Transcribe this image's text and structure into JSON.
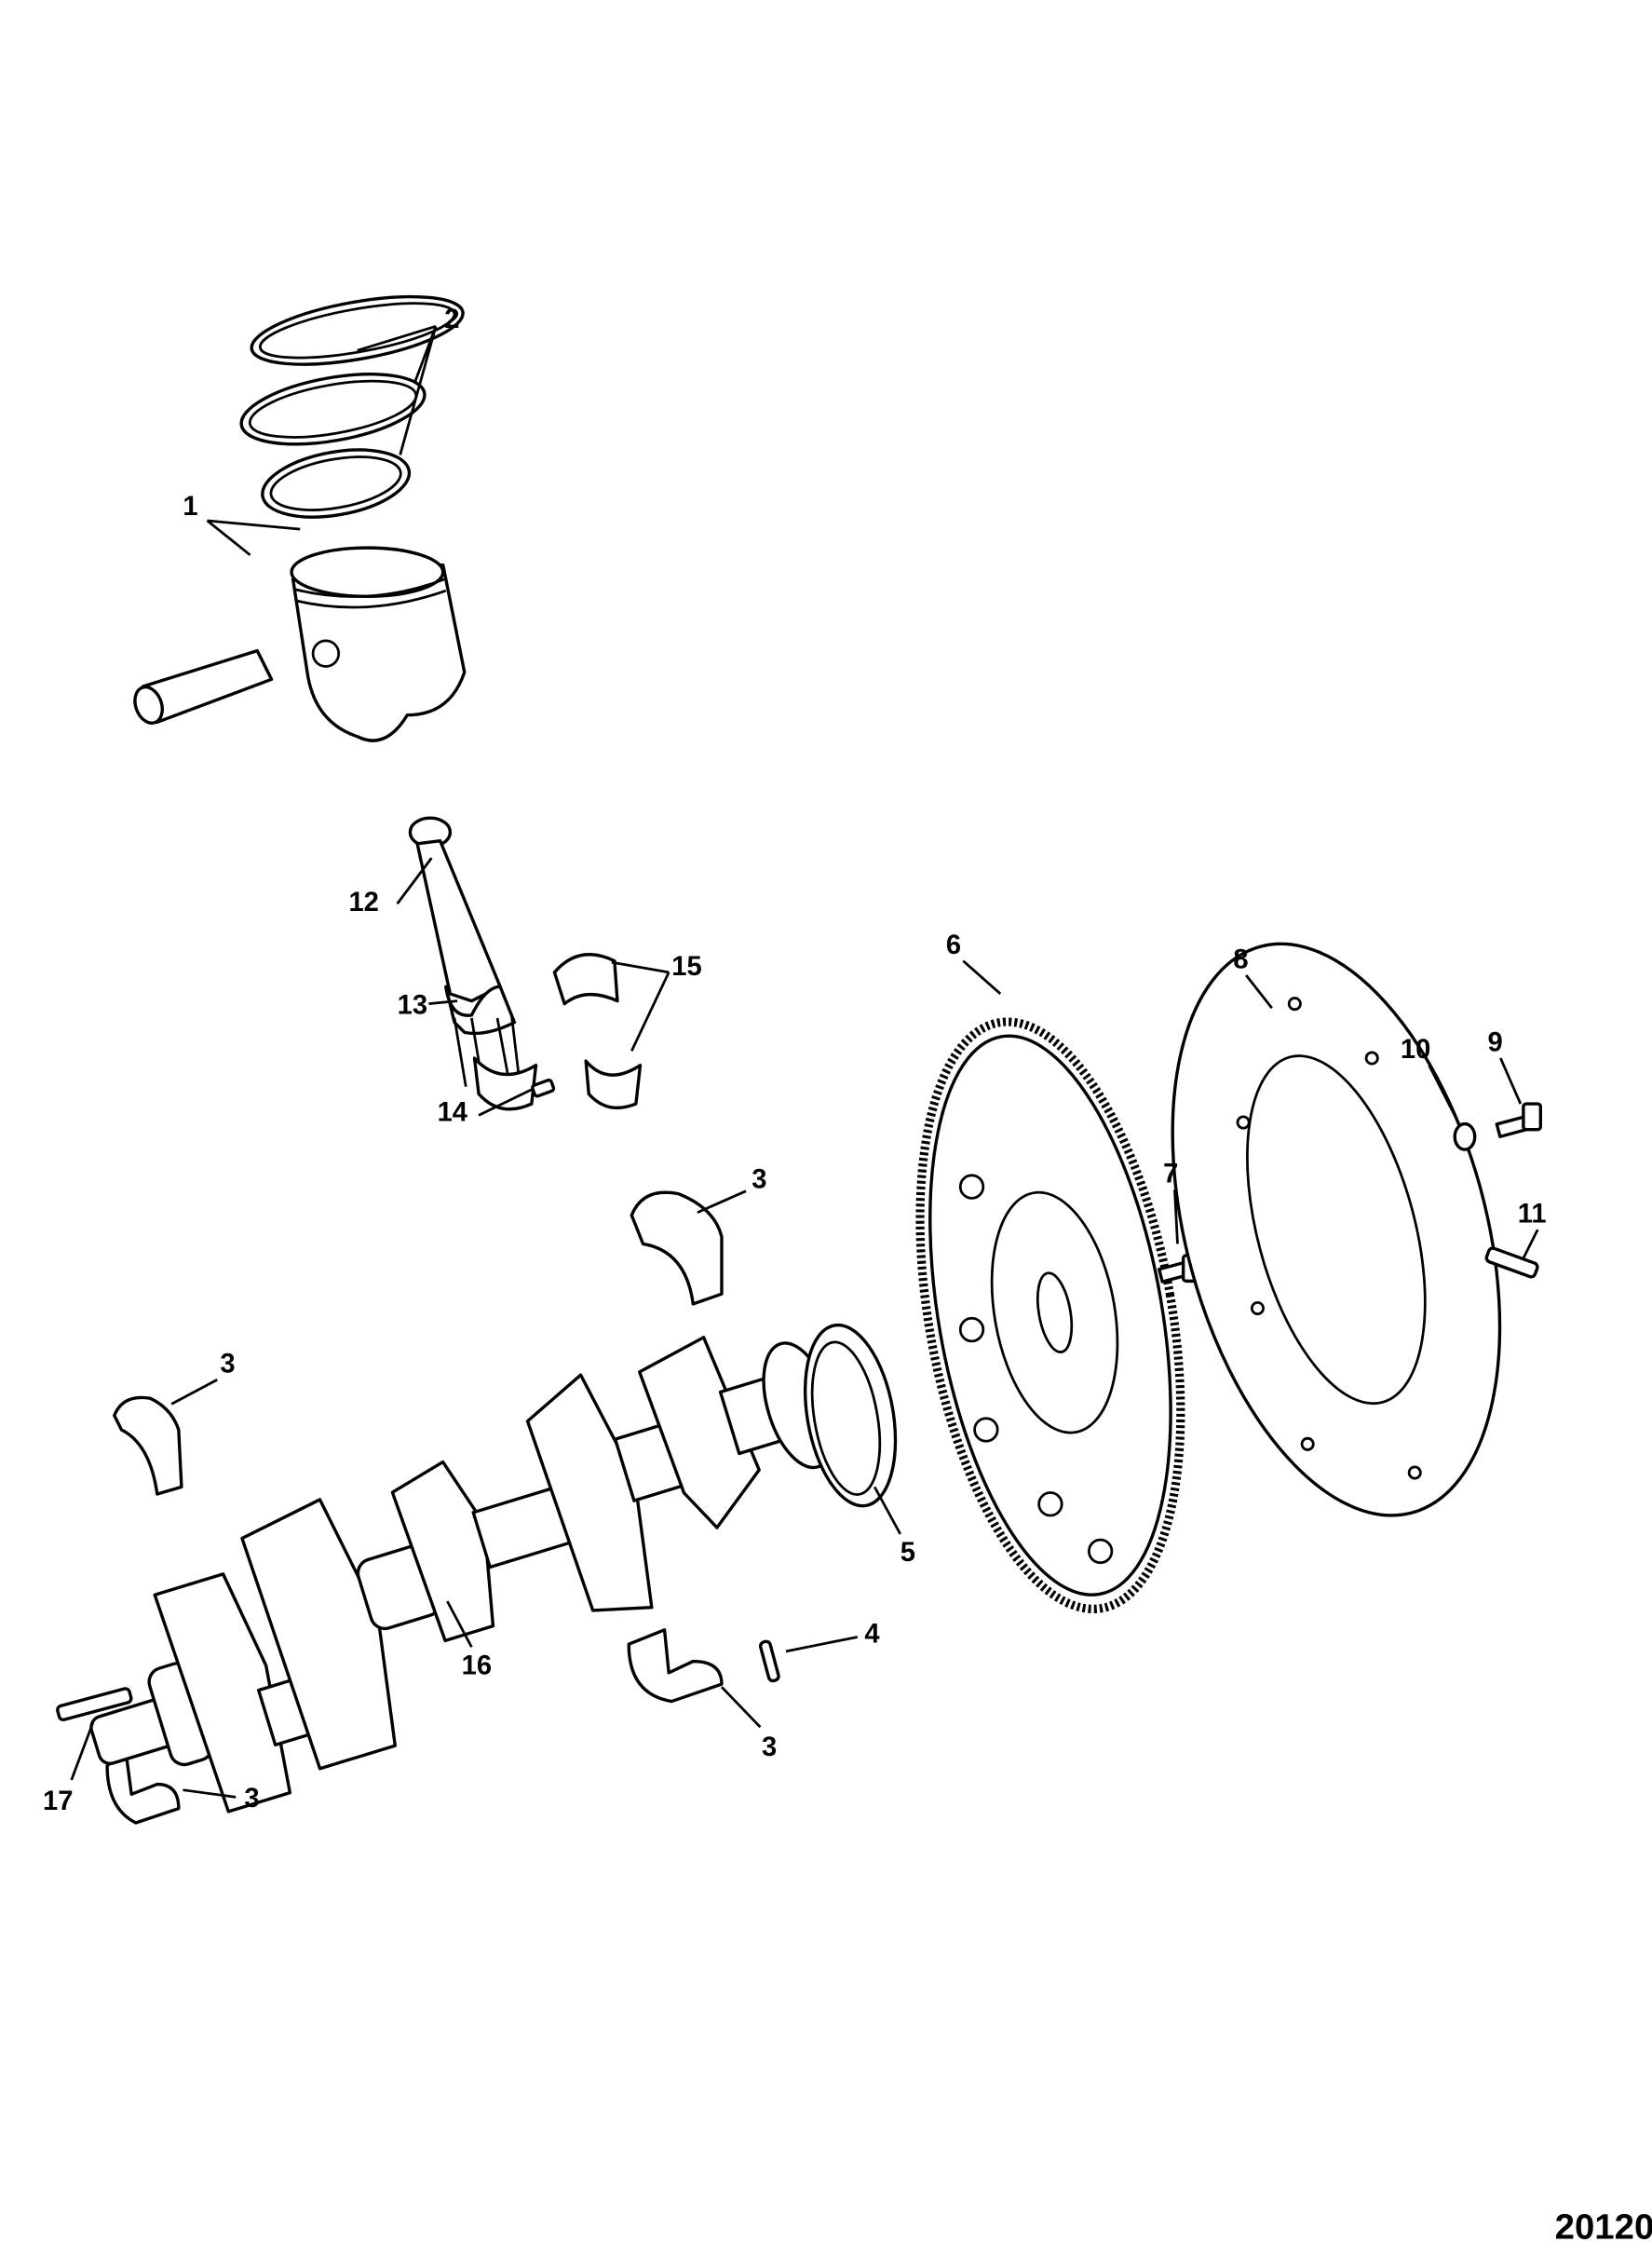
{
  "diagram": {
    "figure_id": "20120",
    "callouts": {
      "c1": "1",
      "c2": "2",
      "c3a": "3",
      "c3b": "3",
      "c3c": "3",
      "c3d": "3",
      "c4": "4",
      "c5": "5",
      "c6": "6",
      "c7": "7",
      "c8": "8",
      "c9": "9",
      "c10": "10",
      "c11": "11",
      "c12": "12",
      "c13": "13",
      "c14": "14",
      "c15": "15",
      "c16": "16",
      "c17": "17"
    }
  }
}
